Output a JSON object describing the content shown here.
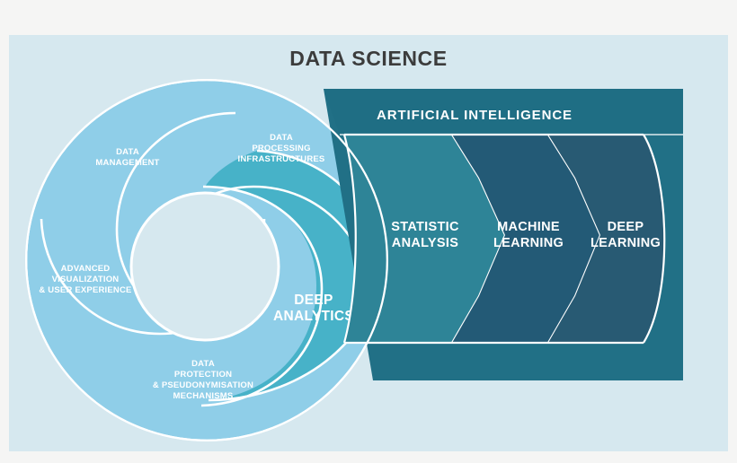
{
  "page": {
    "background_color": "#f5f5f4",
    "card_background_color": "#d6e8ef"
  },
  "title": "DATA SCIENCE",
  "data_science_wheel": {
    "segments": [
      {
        "id": "data-management",
        "lines": [
          "DATA",
          "MANAGEMENT"
        ],
        "color": "#8fcee8",
        "line1": "DATA",
        "line2": "MANAGEMENT",
        "line3": "",
        "line4": ""
      },
      {
        "id": "data-processing-infrastructures",
        "lines": [
          "DATA",
          "PROCESSING",
          "INFRASTRUCTURES"
        ],
        "color": "#8fcee8",
        "line1": "DATA",
        "line2": "PROCESSING",
        "line3": "INFRASTRUCTURES",
        "line4": ""
      },
      {
        "id": "deep-analytics",
        "lines": [
          "DEEP",
          "ANALYTICS"
        ],
        "color": "#47b2c8",
        "line1": "DEEP",
        "line2": "ANALYTICS",
        "line3": "",
        "line4": ""
      },
      {
        "id": "data-protection-pseudonymisation-mechanisms",
        "lines": [
          "DATA",
          "PROTECTION",
          "& PSEUDONYMISATION",
          "MECHANISMS"
        ],
        "color": "#8fcee8",
        "line1": "DATA",
        "line2": "PROTECTION",
        "line3": "& PSEUDONYMISATION",
        "line4": "MECHANISMS"
      },
      {
        "id": "advanced-visualization-user-experience",
        "lines": [
          "ADVANCED",
          "VISUALIZATION",
          "& USER EXPERIENCE"
        ],
        "color": "#8fcee8",
        "line1": "ADVANCED",
        "line2": "VISUALIZATION",
        "line3": "& USER EXPERIENCE",
        "line4": ""
      }
    ]
  },
  "artificial_intelligence": {
    "banner_label": "ARTIFICIAL INTELLIGENCE",
    "panel_color": "#217086",
    "stages": [
      {
        "id": "statistic-analysis",
        "line1": "STATISTIC",
        "line2": "ANALYSIS",
        "color": "#2e8497"
      },
      {
        "id": "machine-learning",
        "line1": "MACHINE",
        "line2": "LEARNING",
        "color": "#235a76"
      },
      {
        "id": "deep-learning",
        "line1": "DEEP",
        "line2": "LEARNING",
        "color": "#285a73"
      }
    ]
  }
}
